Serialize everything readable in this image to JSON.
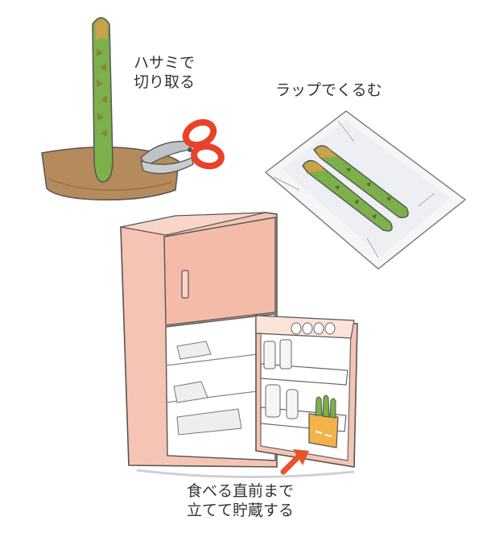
{
  "steps": {
    "cut": {
      "line1": "ハサミで",
      "line2": "切り取る"
    },
    "wrap": {
      "line1": "ラップでくるむ"
    },
    "store": {
      "line1": "食べる直前まで",
      "line2": "立てて貯蔵する"
    }
  },
  "colors": {
    "asparagus": "#7bb04a",
    "asparagus_tip": "#c9a24a",
    "soil": "#b58a5c",
    "scissors_handle": "#e8432a",
    "scissors_blade": "#bfc3c6",
    "fridge_body": "#f6c4b4",
    "fridge_outline": "#555555",
    "arrow": "#e8532a",
    "box": "#f3b34a"
  },
  "icons": [
    "asparagus-stalk",
    "scissors-icon",
    "wrap-sheet",
    "refrigerator",
    "arrow-icon"
  ]
}
